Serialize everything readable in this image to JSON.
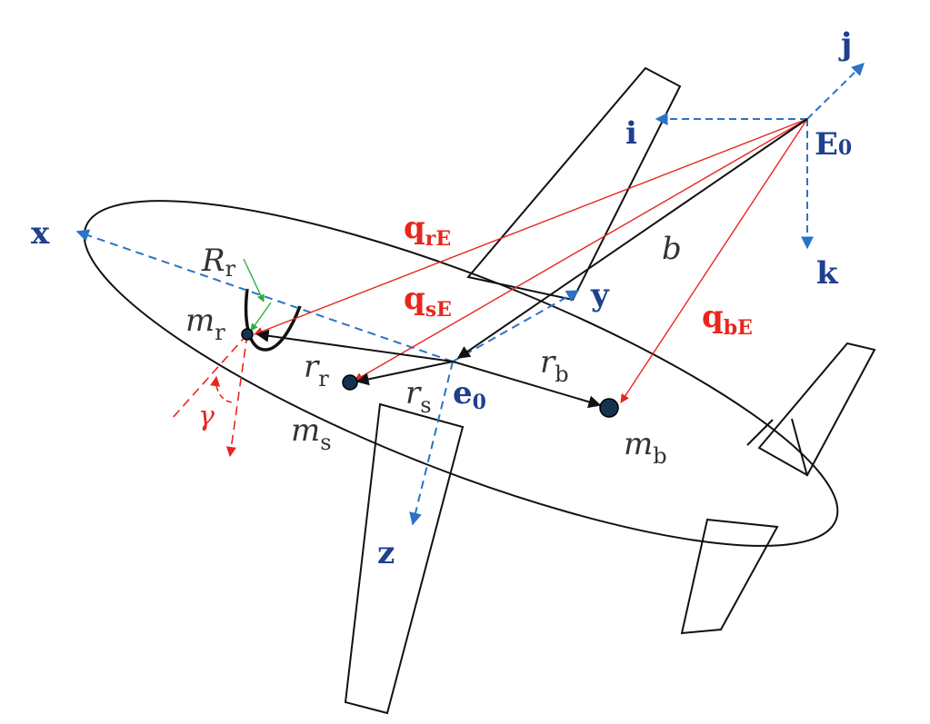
{
  "colors": {
    "axis_blue": "#2b73c5",
    "label_blue": "#1f3f8f",
    "vector_red": "#e8261e",
    "vector_black": "#111111",
    "accent_green": "#2fae3a",
    "mass_fill": "#16324f"
  },
  "earth_frame": {
    "origin": {
      "base": "E",
      "sub": "0"
    },
    "axis_i": "i",
    "axis_j": "j",
    "axis_k": "k"
  },
  "body_frame": {
    "origin": {
      "base": "e",
      "sub": "0"
    },
    "axis_x": "x",
    "axis_y": "y",
    "axis_z": "z"
  },
  "position_vectors": {
    "q_rE": {
      "base": "q",
      "sub": "rE"
    },
    "q_sE": {
      "base": "q",
      "sub": "sE"
    },
    "q_bE": {
      "base": "q",
      "sub": "bE"
    },
    "b": "b"
  },
  "masses": {
    "m_r": {
      "base": "m",
      "sub": "r"
    },
    "m_s": {
      "base": "m",
      "sub": "s"
    },
    "m_b": {
      "base": "m",
      "sub": "b"
    }
  },
  "offset_vectors": {
    "r_r": {
      "base": "r",
      "sub": "r"
    },
    "r_s": {
      "base": "r",
      "sub": "s"
    },
    "r_b": {
      "base": "r",
      "sub": "b"
    }
  },
  "rudder": {
    "radius": {
      "base": "R",
      "sub": "r"
    },
    "deflection_angle": "γ"
  }
}
